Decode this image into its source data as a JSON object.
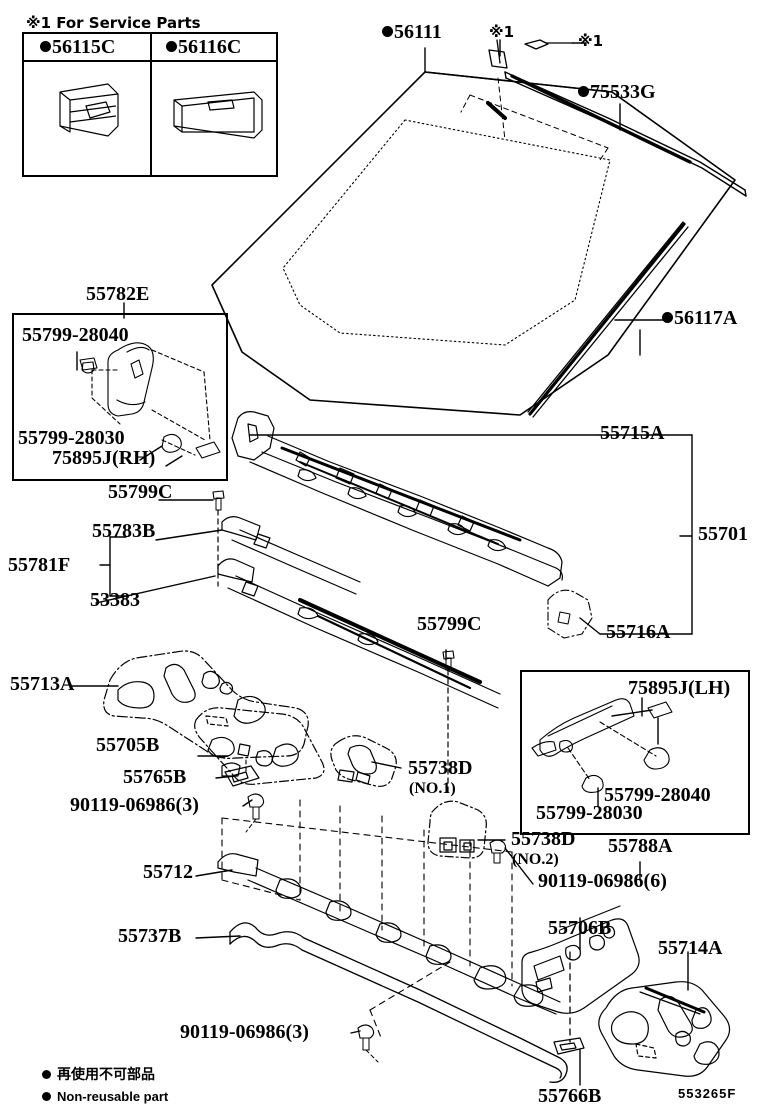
{
  "diagram": {
    "id_code": "553265F",
    "service_note": "※1 For Service Parts",
    "legend": {
      "jp": "再使用不可部品",
      "en": "Non-reusable part"
    }
  },
  "service_table": {
    "columns": [
      {
        "bullet": true,
        "label": "56115C",
        "icon": "clip-part-icon"
      },
      {
        "bullet": true,
        "label": "56116C",
        "icon": "molding-part-icon"
      }
    ]
  },
  "callouts": [
    {
      "key": "c56111",
      "label": "56111",
      "bullet": true,
      "note": ""
    },
    {
      "key": "cstar1a",
      "label": "※1",
      "bullet": false,
      "note": ""
    },
    {
      "key": "cstar1b",
      "label": "※1",
      "bullet": false,
      "note": ""
    },
    {
      "key": "c75533G",
      "label": "75533G",
      "bullet": true,
      "note": ""
    },
    {
      "key": "c56117A",
      "label": "56117A",
      "bullet": true,
      "note": ""
    },
    {
      "key": "c55782E",
      "label": "55782E",
      "bullet": false,
      "note": ""
    },
    {
      "key": "c5579928040a",
      "label": "55799-28040",
      "bullet": false,
      "note": ""
    },
    {
      "key": "c5579928030a",
      "label": "55799-28030",
      "bullet": false,
      "note": ""
    },
    {
      "key": "c75895JRH",
      "label": "75895J(RH)",
      "bullet": false,
      "note": ""
    },
    {
      "key": "c55799Ca",
      "label": "55799C",
      "bullet": false,
      "note": ""
    },
    {
      "key": "c55783B",
      "label": "55783B",
      "bullet": false,
      "note": ""
    },
    {
      "key": "c55781F",
      "label": "55781F",
      "bullet": false,
      "note": ""
    },
    {
      "key": "c53383",
      "label": "53383",
      "bullet": false,
      "note": ""
    },
    {
      "key": "c55715A",
      "label": "55715A",
      "bullet": false,
      "note": ""
    },
    {
      "key": "c55701",
      "label": "55701",
      "bullet": false,
      "note": ""
    },
    {
      "key": "c55716A",
      "label": "55716A",
      "bullet": false,
      "note": ""
    },
    {
      "key": "c55799Cb",
      "label": "55799C",
      "bullet": false,
      "note": ""
    },
    {
      "key": "c55713A",
      "label": "55713A",
      "bullet": false,
      "note": ""
    },
    {
      "key": "c55705B",
      "label": "55705B",
      "bullet": false,
      "note": ""
    },
    {
      "key": "c55765B",
      "label": "55765B",
      "bullet": false,
      "note": ""
    },
    {
      "key": "c55738D1",
      "label": "55738D",
      "bullet": false,
      "note": "(NO.1)"
    },
    {
      "key": "c55738D2",
      "label": "55738D",
      "bullet": false,
      "note": "(NO.2)"
    },
    {
      "key": "c90119a",
      "label": "90119-06986(3)",
      "bullet": false,
      "note": ""
    },
    {
      "key": "c90119b",
      "label": "90119-06986(6)",
      "bullet": false,
      "note": ""
    },
    {
      "key": "c90119c",
      "label": "90119-06986(3)",
      "bullet": false,
      "note": ""
    },
    {
      "key": "c55712",
      "label": "55712",
      "bullet": false,
      "note": ""
    },
    {
      "key": "c55737B",
      "label": "55737B",
      "bullet": false,
      "note": ""
    },
    {
      "key": "c75895JLH",
      "label": "75895J(LH)",
      "bullet": false,
      "note": ""
    },
    {
      "key": "c5579928040b",
      "label": "55799-28040",
      "bullet": false,
      "note": ""
    },
    {
      "key": "c5579928030b",
      "label": "55799-28030",
      "bullet": false,
      "note": ""
    },
    {
      "key": "c55788A",
      "label": "55788A",
      "bullet": false,
      "note": ""
    },
    {
      "key": "c55706B",
      "label": "55706B",
      "bullet": false,
      "note": ""
    },
    {
      "key": "c55714A",
      "label": "55714A",
      "bullet": false,
      "note": ""
    },
    {
      "key": "c55766B",
      "label": "55766B",
      "bullet": false,
      "note": ""
    }
  ]
}
